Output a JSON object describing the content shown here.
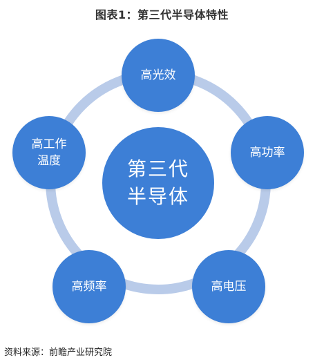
{
  "title": "图表1：第三代半导体特性",
  "center": {
    "label": "第三代\n半导体"
  },
  "nodes": [
    {
      "label": "高光效"
    },
    {
      "label": "高功率"
    },
    {
      "label": "高电压"
    },
    {
      "label": "高频率"
    },
    {
      "label": "高工作\n温度"
    }
  ],
  "source": "资料来源：前瞻产业研究院",
  "colors": {
    "node": "#3d7fd6",
    "ring": "#b9cbe9",
    "text": "#ffffff"
  }
}
